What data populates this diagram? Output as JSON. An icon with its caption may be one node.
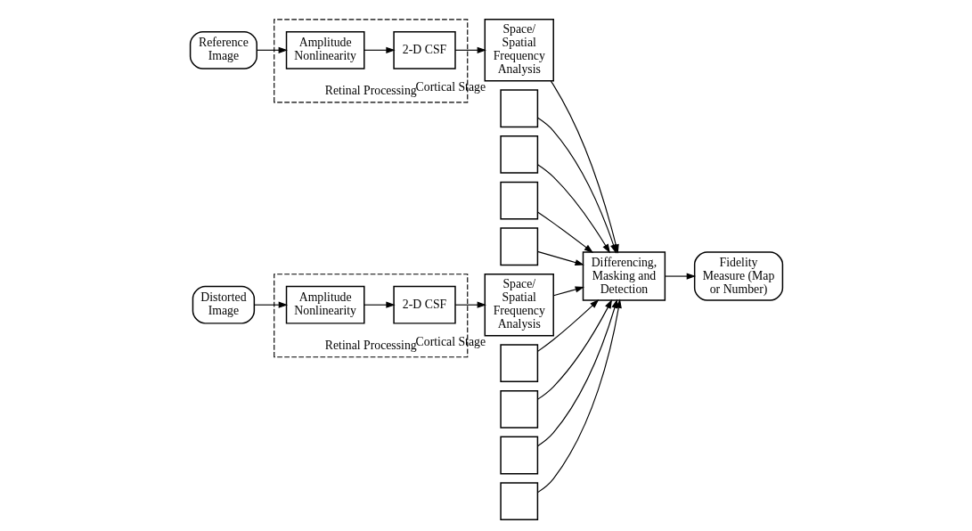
{
  "diagram": {
    "nodes": [
      {
        "text": [
          "Reference Image"
        ]
      },
      {
        "text": [
          "Retinal Processing"
        ]
      },
      {
        "text": [
          "Amplitude Nonlinearity"
        ],
        "in": 1
      },
      {
        "text": [
          "2-D CSF"
        ],
        "in": 1
      },
      {
        "text": [
          "Space/ Spatial Frequency Analysis"
        ],
        "beside": [
          "Cortical Stage"
        ]
      },
      {
        "text": [],
        "shape": "box"
      },
      {
        "text": [],
        "shape": "box"
      },
      {
        "text": [],
        "shape": "box"
      },
      {
        "text": [],
        "shape": "box"
      },
      {
        "text": [
          "Differencing, Masking and Detection"
        ]
      },
      {
        "text": [
          "Fidelity Measure (Map or Number)"
        ]
      },
      {
        "text": [
          "Distorted Image"
        ]
      },
      {
        "text": [
          "Retinal Processing"
        ]
      },
      {
        "text": [
          "Amplitude Nonlinearity"
        ],
        "in": 12
      },
      {
        "text": [
          "2-D CSF"
        ],
        "in": 12
      },
      {
        "text": [
          "Space/ Spatial Frequency Analysis"
        ],
        "beside": [
          "Cortical Stage"
        ]
      },
      {
        "text": [],
        "shape": "box"
      },
      {
        "text": [],
        "shape": "box"
      },
      {
        "text": [],
        "shape": "box"
      },
      {
        "text": [],
        "shape": "box"
      }
    ],
    "edges": [
      {
        "from": 0,
        "to": 2,
        "arrow": "to"
      },
      {
        "from": 2,
        "to": 3,
        "arrow": "to"
      },
      {
        "from": 3,
        "to": 4,
        "arrow": "to"
      },
      {
        "from": 4,
        "to": 9,
        "arrow": "to"
      },
      {
        "from": 5,
        "to": 9,
        "arrow": "to"
      },
      {
        "from": 6,
        "to": 9,
        "arrow": "to"
      },
      {
        "from": 7,
        "to": 9,
        "arrow": "to"
      },
      {
        "from": 8,
        "to": 9,
        "arrow": "to"
      },
      {
        "from": 9,
        "to": 10,
        "arrow": "to"
      },
      {
        "from": 11,
        "to": 13,
        "arrow": "to"
      },
      {
        "from": 13,
        "to": 14,
        "arrow": "to"
      },
      {
        "from": 14,
        "to": 15,
        "arrow": "to"
      },
      {
        "from": 15,
        "to": 9,
        "arrow": "to"
      },
      {
        "from": 16,
        "to": 9,
        "arrow": "to"
      },
      {
        "from": 17,
        "to": 9,
        "arrow": "to"
      },
      {
        "from": 18,
        "to": 9,
        "arrow": "to"
      },
      {
        "from": 19,
        "to": 9,
        "arrow": "to"
      }
    ]
  }
}
